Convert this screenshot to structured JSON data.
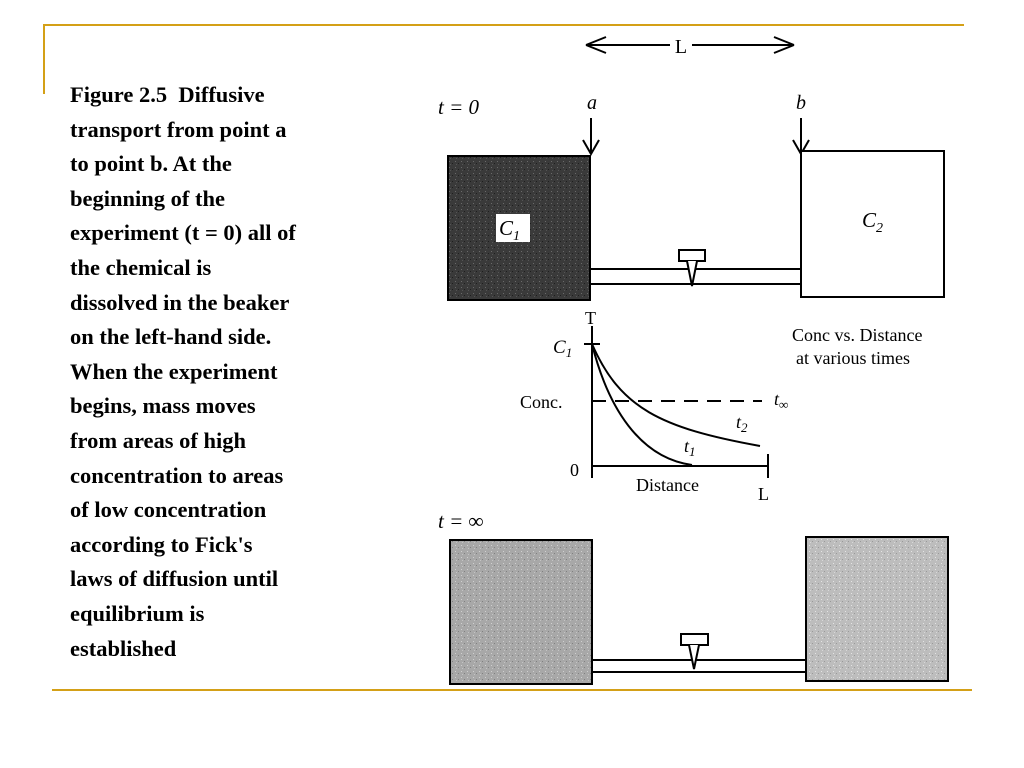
{
  "caption": {
    "text": "Figure 2.5  Diffusive\ntransport from point a\nto point b. At the\nbeginning of the\nexperiment (t = 0) all of\nthe chemical is\ndissolved in the beaker\non the left-hand side.\nWhen the experiment\nbegins, mass moves\nfrom areas of high\nconcentration to areas\nof low concentration\naccording to Fick's\nlaws of diffusion until\nequilibrium is\nestablished"
  },
  "diagram": {
    "length_label": "L",
    "time_start_label": "t = 0",
    "time_end_label": "t = ∞",
    "point_a_label": "a",
    "point_b_label": "b",
    "beaker_left_label": "C",
    "beaker_left_sub": "1",
    "beaker_right_label": "C",
    "beaker_right_sub": "2",
    "colors": {
      "dark_fill": "#3a3a3a",
      "mid_fill": "#a8a8a8",
      "light_fill": "#bdbdbd",
      "frame_line": "#d4a017"
    },
    "inset": {
      "y_top_label": "T",
      "y_c1_label": "C",
      "y_c1_sub": "1",
      "y_axis_label": "Conc.",
      "y_zero_label": "0",
      "x_axis_label": "Distance",
      "x_end_label": "L",
      "curve_t1_label": "t",
      "curve_t1_sub": "1",
      "curve_t2_label": "t",
      "curve_t2_sub": "2",
      "curve_tinf_label": "t",
      "curve_tinf_sub": "∞",
      "title_line1": "Conc vs. Distance",
      "title_line2": "at various times"
    }
  }
}
